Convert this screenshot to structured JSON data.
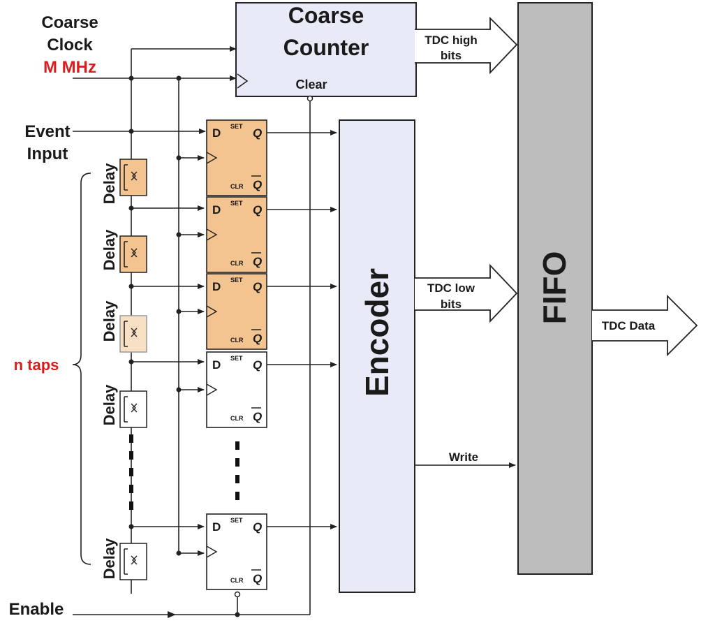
{
  "inputs": {
    "coarse_clock": [
      "Coarse",
      "Clock"
    ],
    "frequency": "M MHz",
    "event_input": [
      "Event",
      "Input"
    ],
    "enable": "Enable",
    "n_taps": "n taps"
  },
  "coarse_counter": {
    "title": [
      "Coarse",
      "Counter"
    ],
    "clear": "Clear"
  },
  "delay": {
    "label": "Delay"
  },
  "flipflop": {
    "d": "D",
    "set": "SET",
    "q": "Q",
    "clr": "CLR",
    "qbar": "Q"
  },
  "encoder": {
    "label": "Encoder"
  },
  "fifo": {
    "label": "FIFO"
  },
  "outputs": {
    "tdc_high": [
      "TDC high",
      "bits"
    ],
    "tdc_low": [
      "TDC low",
      "bits"
    ],
    "write": "Write",
    "tdc_data": "TDC Data"
  },
  "colors": {
    "counter_fill": "#e8eaf8",
    "encoder_fill": "#e8eaf8",
    "fifo_fill": "#bdbdbd",
    "ff_active_fill": "#f3c48f",
    "accent_red": "#d81e1e"
  }
}
